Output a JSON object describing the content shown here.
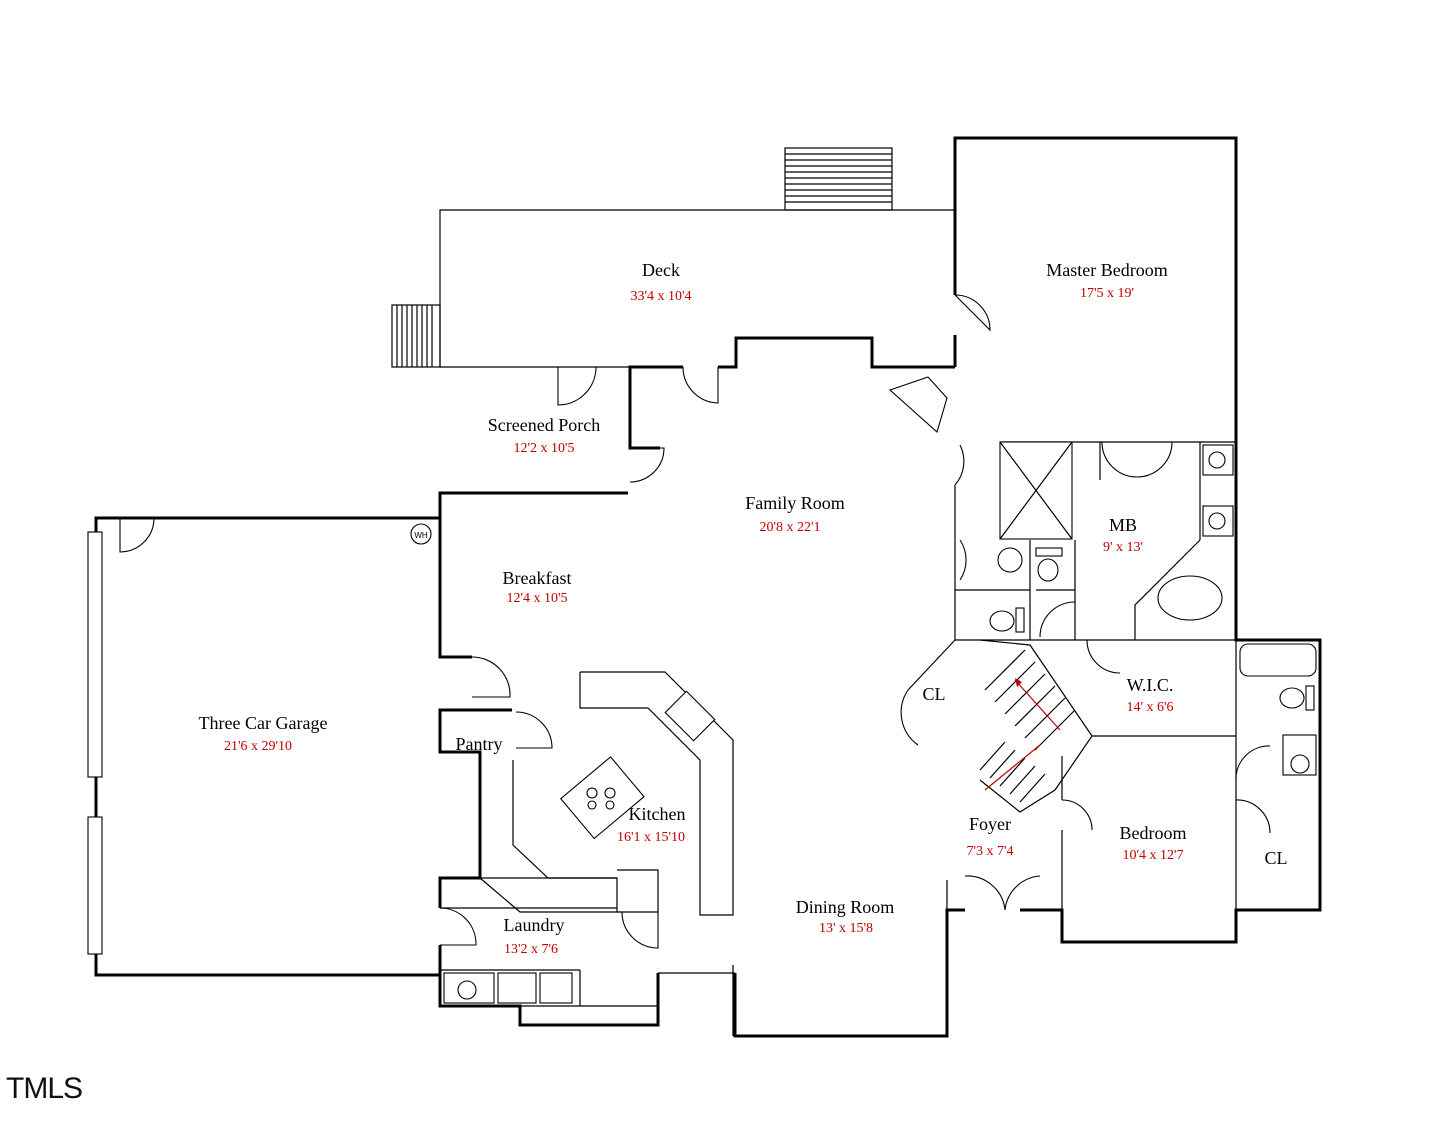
{
  "plan": {
    "rooms": {
      "deck": {
        "name": "Deck",
        "dims": "33'4 x 10'4"
      },
      "master": {
        "name": "Master Bedroom",
        "dims": "17'5 x 19'"
      },
      "porch": {
        "name": "Screened Porch",
        "dims": "12'2 x 10'5"
      },
      "family": {
        "name": "Family Room",
        "dims": "20'8 x 22'1"
      },
      "mb": {
        "name": "MB",
        "dims": "9' x 13'"
      },
      "breakfast": {
        "name": "Breakfast",
        "dims": "12'4 x 10'5"
      },
      "garage": {
        "name": "Three Car Garage",
        "dims": "21'6 x 29'10"
      },
      "pantry": {
        "name": "Pantry"
      },
      "closet1": {
        "name": "CL"
      },
      "wic": {
        "name": "W.I.C.",
        "dims": "14' x 6'6"
      },
      "kitchen": {
        "name": "Kitchen",
        "dims": "16'1 x 15'10"
      },
      "foyer": {
        "name": "Foyer",
        "dims": "7'3 x 7'4"
      },
      "bedroom": {
        "name": "Bedroom",
        "dims": "10'4 x 12'7"
      },
      "closet2": {
        "name": "CL"
      },
      "dining": {
        "name": "Dining Room",
        "dims": "13' x 15'8"
      },
      "laundry": {
        "name": "Laundry",
        "dims": "13'2 x 7'6"
      }
    },
    "water_heater_label": "WH"
  },
  "watermark": "TMLS",
  "colors": {
    "room_name": "#000000",
    "dimension": "#c00000",
    "wall": "#000000"
  }
}
